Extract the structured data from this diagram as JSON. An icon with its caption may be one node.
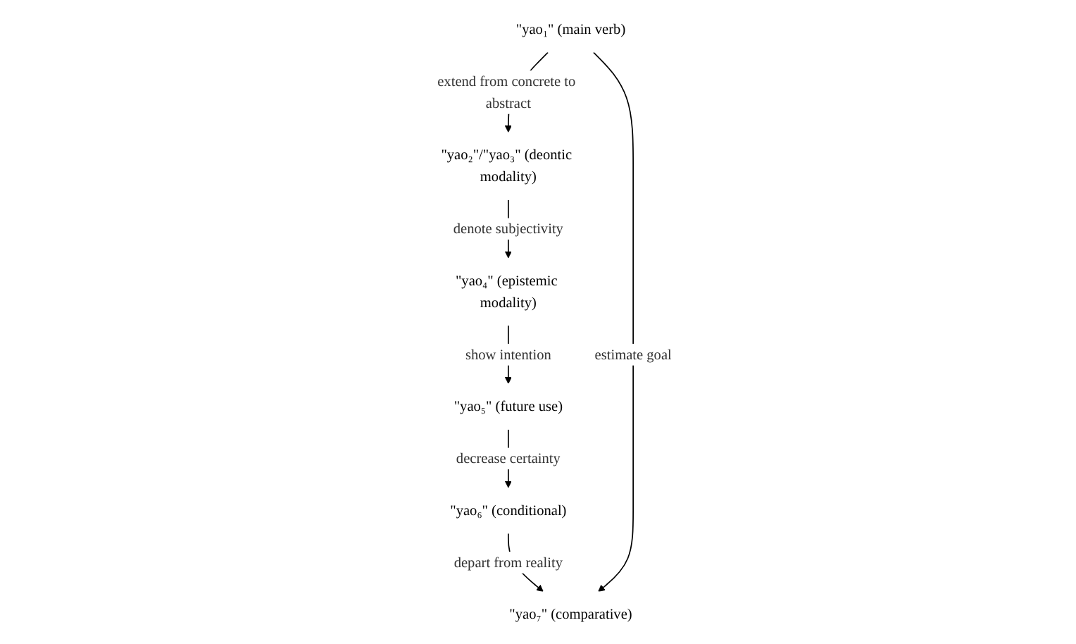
{
  "diagram": {
    "nodes": [
      {
        "text": [
          "\"yao₁\" (main verb)"
        ]
      },
      {
        "text": [
          "\"yao₂\"/\"yao₃\" (deontic modality)"
        ]
      },
      {
        "text": [
          "\"yao₄\" (epistemic modality)"
        ]
      },
      {
        "text": [
          "\"yao₅\" (future use)"
        ]
      },
      {
        "text": [
          "\"yao₆\" (conditional)"
        ]
      },
      {
        "text": [
          "\"yao₇\" (comparative)"
        ]
      }
    ],
    "edges": [
      {
        "from": 0,
        "to": 1,
        "arrow": "to",
        "label": "extend from concrete to abstract"
      },
      {
        "from": 1,
        "to": 2,
        "arrow": "to",
        "label": "denote subjectivity"
      },
      {
        "from": 2,
        "to": 3,
        "arrow": "to",
        "label": "show intention"
      },
      {
        "from": 3,
        "to": 4,
        "arrow": "to",
        "label": "decrease certainty"
      },
      {
        "from": 4,
        "to": 5,
        "arrow": "to",
        "label": "depart from reality"
      },
      {
        "from": 0,
        "to": 5,
        "arrow": "to",
        "label": "estimate goal"
      }
    ]
  }
}
